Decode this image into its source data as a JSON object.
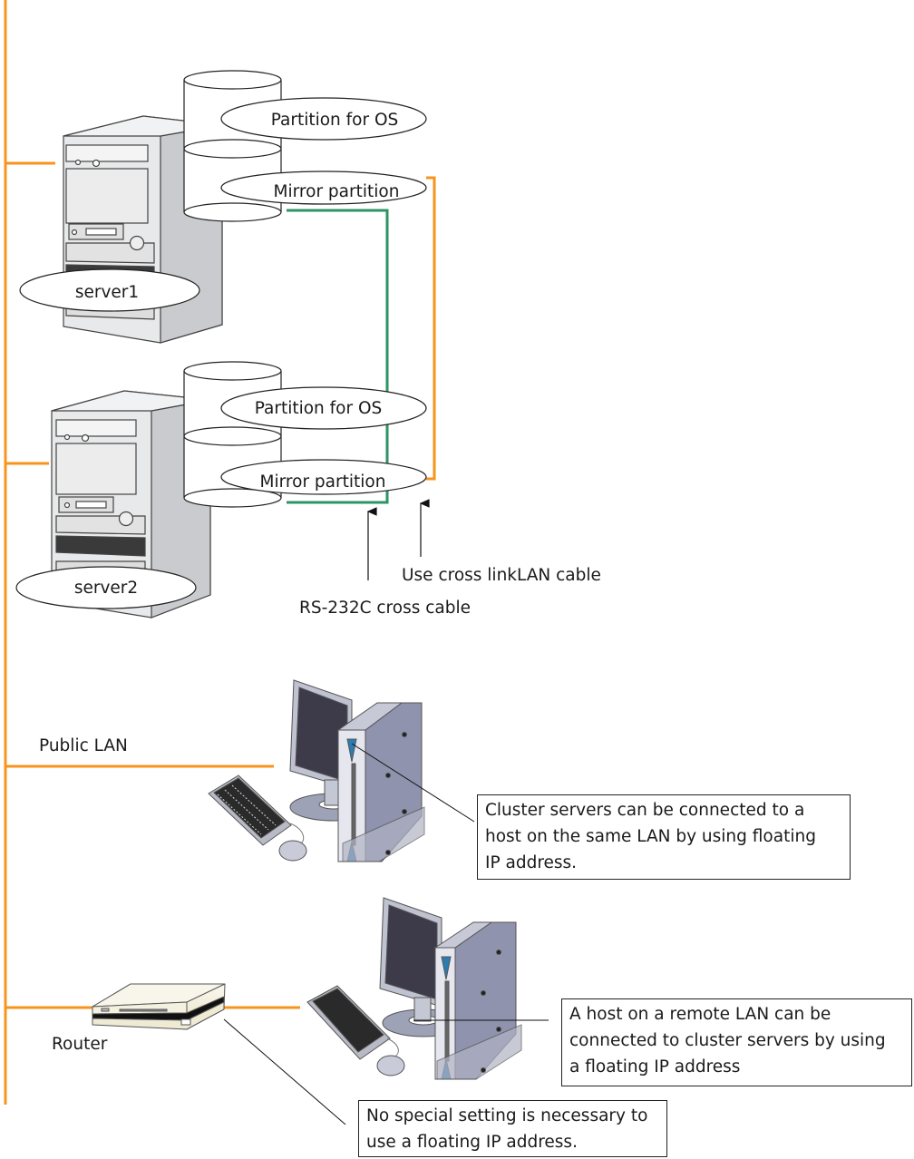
{
  "colors": {
    "lan_line": "#f7941d",
    "serial_line": "#2e9366",
    "outline": "#222222",
    "server_body": "#e8e9eb",
    "server_side": "#c9cbce",
    "host_case": "#9a9fb5",
    "host_accent": "#2d7bb0",
    "router_body": "#f4f1e0"
  },
  "servers": [
    {
      "label": "server1",
      "disk": {
        "partitions": [
          "Partition for OS",
          "Mirror partition"
        ]
      }
    },
    {
      "label": "server2",
      "disk": {
        "partitions": [
          "Partition for OS",
          "Mirror partition"
        ]
      }
    }
  ],
  "cables": {
    "rs232c": "RS-232C cross cable",
    "cross_lan": "Use cross linkLAN cable"
  },
  "network": {
    "public_lan": "Public LAN",
    "router": "Router"
  },
  "callouts": {
    "same_lan": [
      "Cluster servers can be connected to a",
      "host on the same LAN by using floating",
      "IP address."
    ],
    "remote_lan": [
      "A host on a remote LAN can be",
      "connected to cluster servers by using",
      "a floating IP address"
    ],
    "router_note": [
      "No special setting is necessary to",
      "use a floating IP address."
    ]
  }
}
